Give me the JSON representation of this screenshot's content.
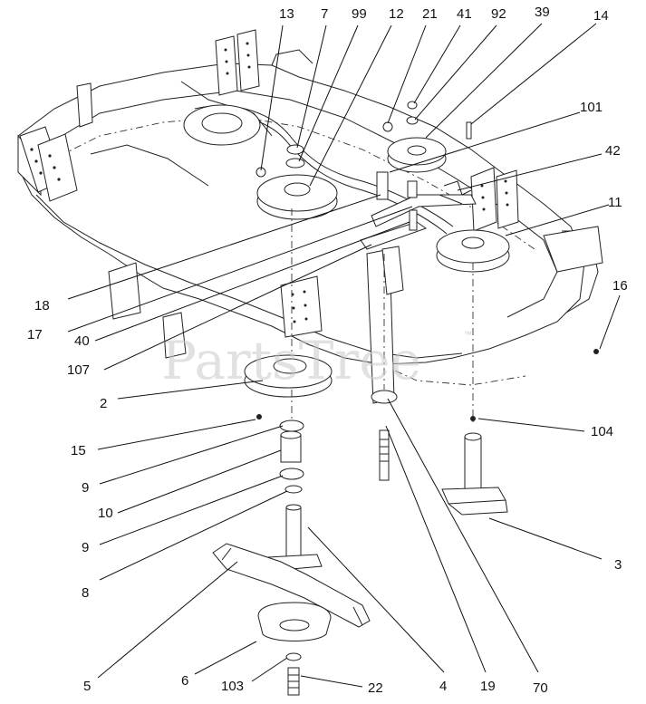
{
  "watermark": {
    "text": "PartsTree",
    "trademark": "™"
  },
  "callouts": [
    {
      "id": "c13",
      "label": "13"
    },
    {
      "id": "c7",
      "label": "7"
    },
    {
      "id": "c99",
      "label": "99"
    },
    {
      "id": "c12",
      "label": "12"
    },
    {
      "id": "c21",
      "label": "21"
    },
    {
      "id": "c41",
      "label": "41"
    },
    {
      "id": "c92",
      "label": "92"
    },
    {
      "id": "c39",
      "label": "39"
    },
    {
      "id": "c14",
      "label": "14"
    },
    {
      "id": "c101",
      "label": "101"
    },
    {
      "id": "c42",
      "label": "42"
    },
    {
      "id": "c11",
      "label": "11"
    },
    {
      "id": "c16",
      "label": "16"
    },
    {
      "id": "c18",
      "label": "18"
    },
    {
      "id": "c17",
      "label": "17"
    },
    {
      "id": "c40",
      "label": "40"
    },
    {
      "id": "c107",
      "label": "107"
    },
    {
      "id": "c2",
      "label": "2"
    },
    {
      "id": "c15",
      "label": "15"
    },
    {
      "id": "c9a",
      "label": "9"
    },
    {
      "id": "c10",
      "label": "10"
    },
    {
      "id": "c9b",
      "label": "9"
    },
    {
      "id": "c8",
      "label": "8"
    },
    {
      "id": "c104",
      "label": "104"
    },
    {
      "id": "c3",
      "label": "3"
    },
    {
      "id": "c5",
      "label": "5"
    },
    {
      "id": "c6",
      "label": "6"
    },
    {
      "id": "c103",
      "label": "103"
    },
    {
      "id": "c22",
      "label": "22"
    },
    {
      "id": "c4",
      "label": "4"
    },
    {
      "id": "c19",
      "label": "19"
    },
    {
      "id": "c70",
      "label": "70"
    }
  ]
}
